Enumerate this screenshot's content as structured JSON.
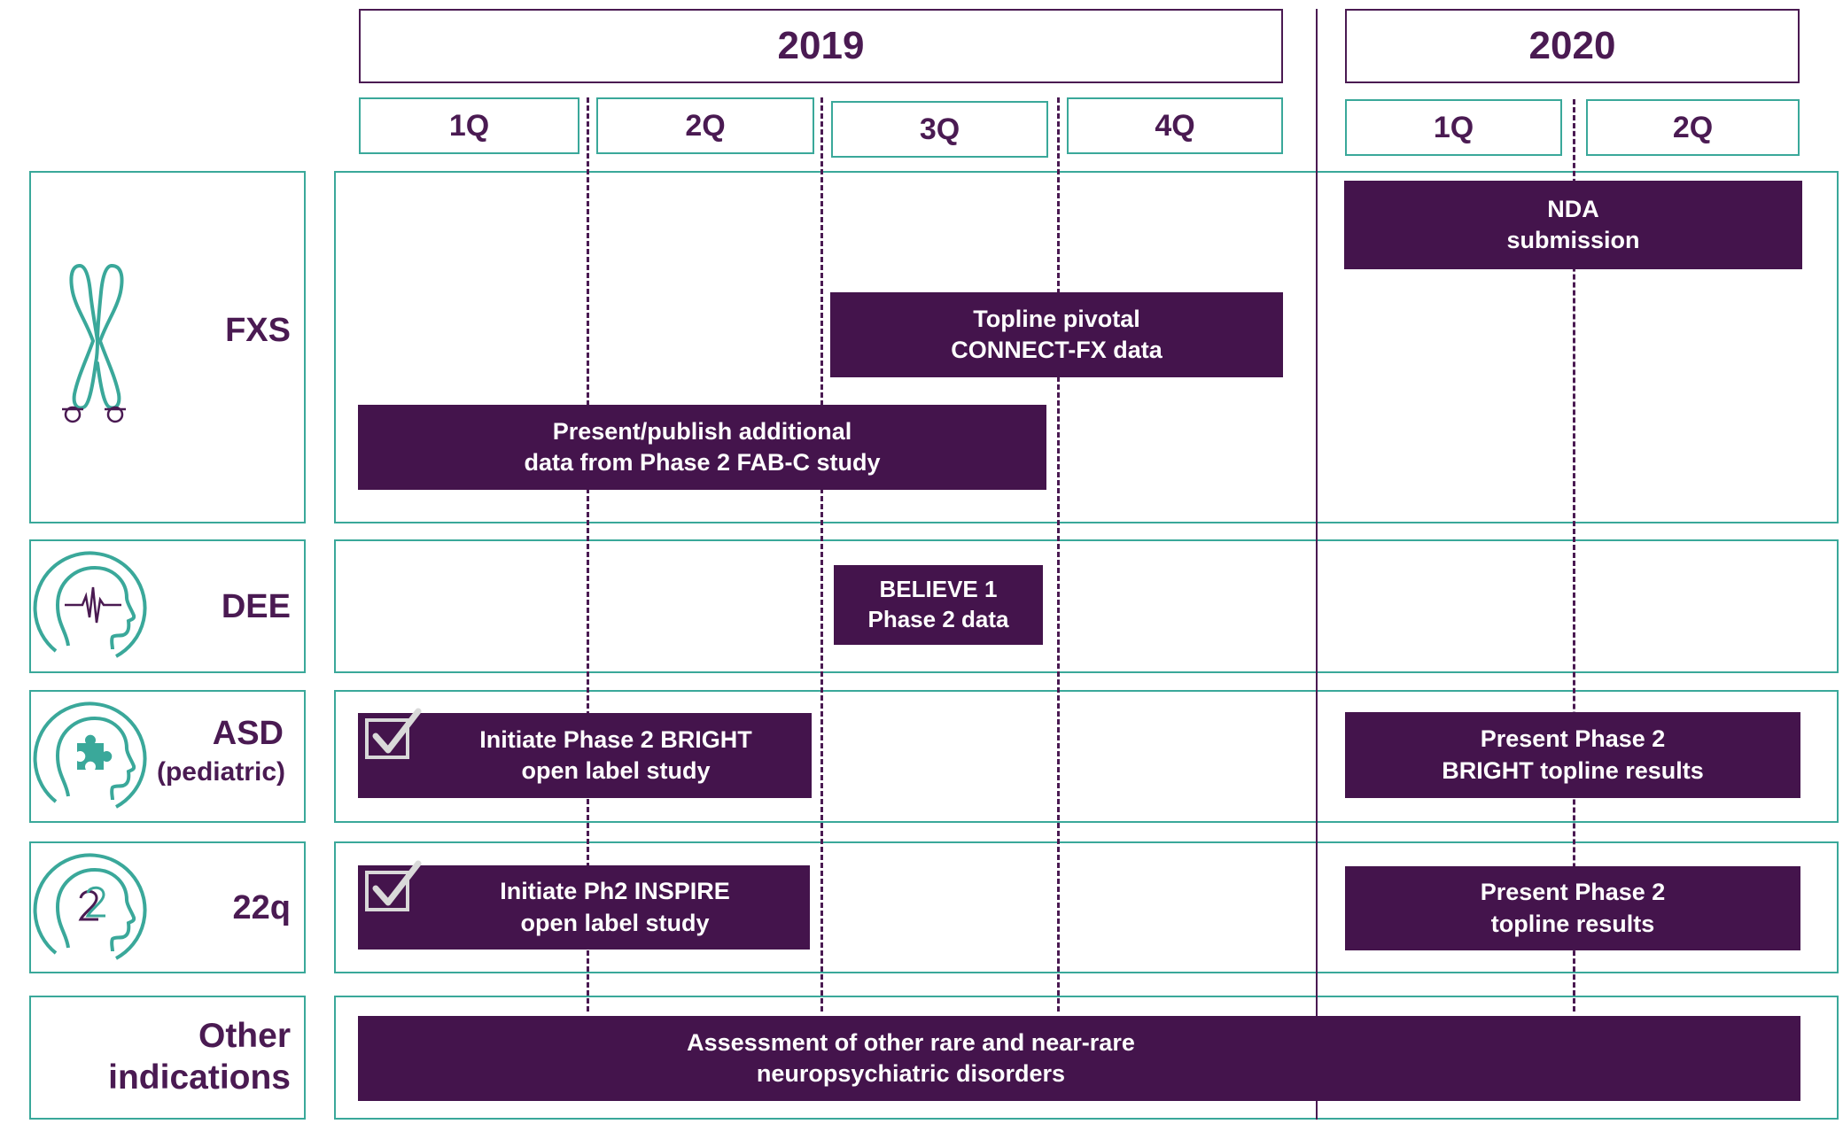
{
  "timeline": {
    "years": [
      {
        "label": "2019"
      },
      {
        "label": "2020"
      }
    ],
    "quarters": [
      {
        "label": "1Q"
      },
      {
        "label": "2Q"
      },
      {
        "label": "3Q"
      },
      {
        "label": "4Q"
      },
      {
        "label": "1Q"
      },
      {
        "label": "2Q"
      }
    ]
  },
  "rows": {
    "fxs": {
      "label": "FXS",
      "icon": "chromosome-icon"
    },
    "dee": {
      "label": "DEE",
      "icon": "head-brainwave-icon"
    },
    "asd": {
      "label": "ASD",
      "sublabel": "(pediatric)",
      "icon": "head-puzzle-icon"
    },
    "q22": {
      "label": "22q",
      "icon": "head-22-icon"
    },
    "other": {
      "label": "Other\nindications"
    }
  },
  "bars": {
    "nda": "NDA\nsubmission",
    "topline": "Topline pivotal\nCONNECT-FX data",
    "present_fabc": "Present/publish additional\ndata from Phase 2 FAB-C study",
    "believe": "BELIEVE 1\nPhase 2 data",
    "bright_init": "Initiate Phase 2 BRIGHT\nopen label study",
    "bright_present": "Present Phase 2\nBRIGHT topline results",
    "inspire_init": "Initiate Ph2 INSPIRE\nopen label  study",
    "q22_present": "Present Phase 2\ntopline results",
    "other_assess": "Assessment of other rare and near-rare\nneuropsychiatric disorders"
  },
  "colors": {
    "brand_purple": "#44144c",
    "teal_border": "#3aa89a"
  }
}
